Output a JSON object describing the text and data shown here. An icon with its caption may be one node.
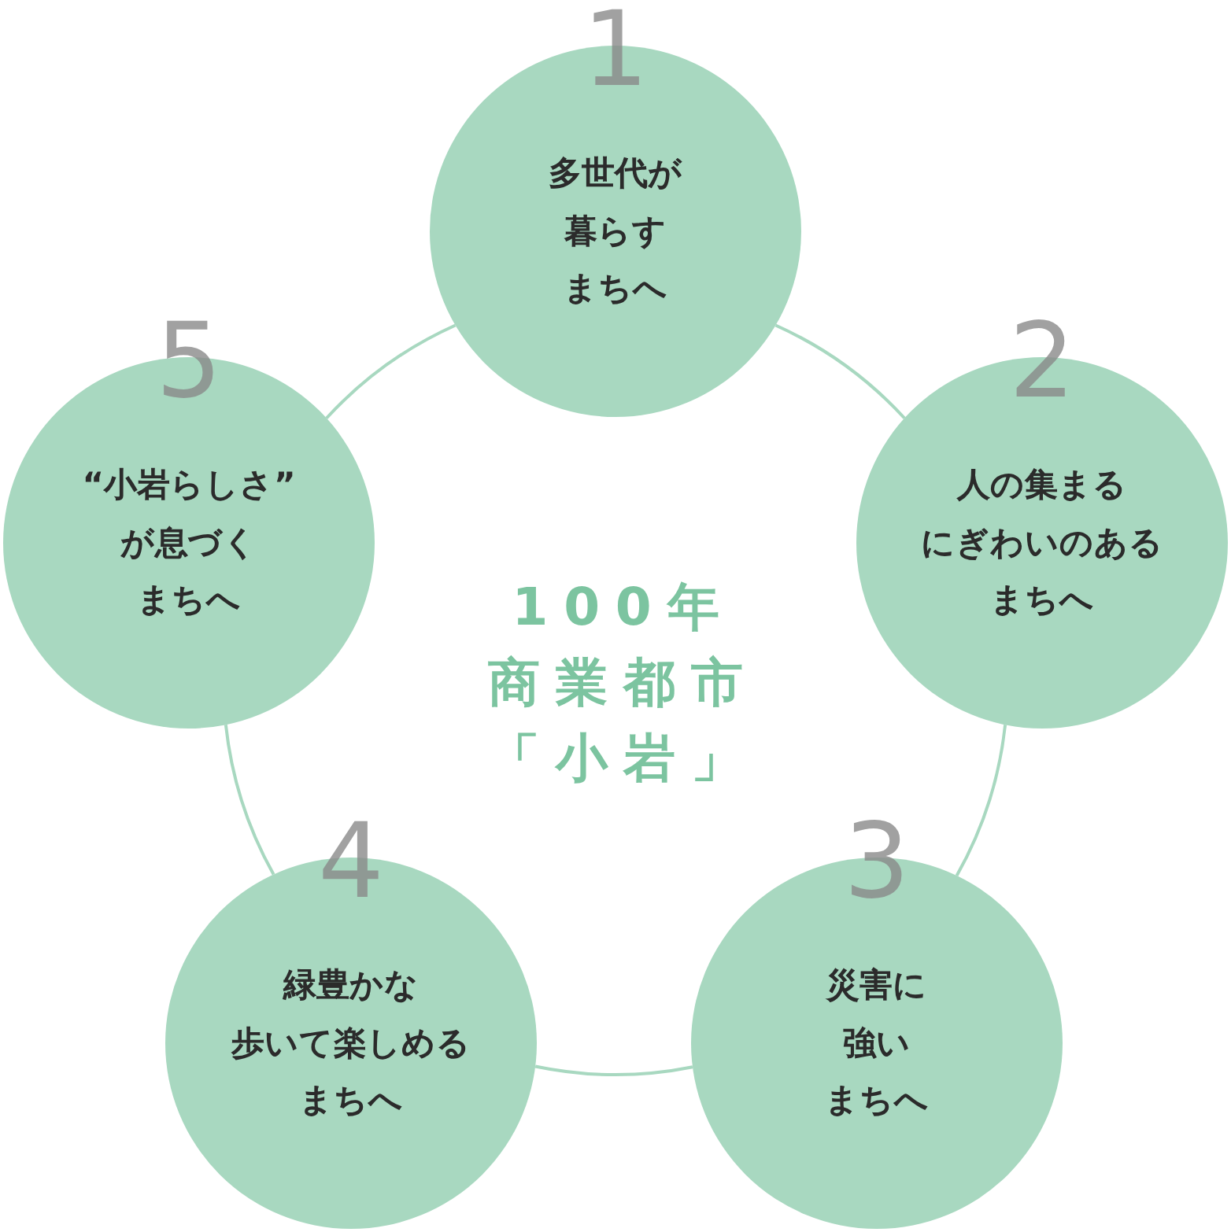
{
  "diagram": {
    "title": "100年商業都市「小岩」",
    "nodes": [
      {
        "text": [
          "1",
          "多世代が暮らすまちへ"
        ]
      },
      {
        "text": [
          "2",
          "人の集まるにぎわいのあるまちへ"
        ]
      },
      {
        "text": [
          "3",
          "災害に強いまちへ"
        ]
      },
      {
        "text": [
          "4",
          "緑豊かな歩いて楽しめるまちへ"
        ]
      },
      {
        "text": [
          "5",
          "“小岩らしさ”が息づくまちへ"
        ]
      }
    ],
    "edges": [
      {
        "from": 0,
        "to": 1,
        "arrow": "none"
      },
      {
        "from": 1,
        "to": 2,
        "arrow": "none"
      },
      {
        "from": 2,
        "to": 3,
        "arrow": "none"
      },
      {
        "from": 3,
        "to": 4,
        "arrow": "none"
      },
      {
        "from": 4,
        "to": 0,
        "arrow": "none"
      }
    ]
  }
}
